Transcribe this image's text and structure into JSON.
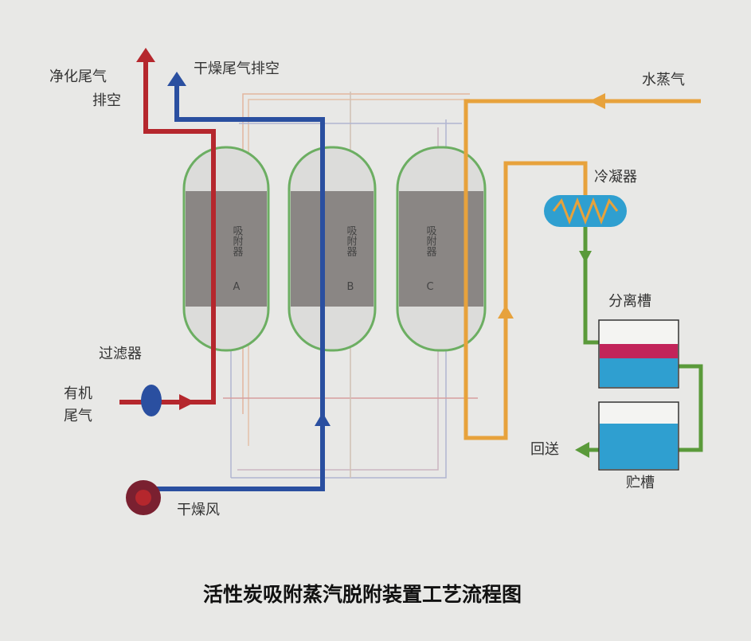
{
  "title": "活性炭吸附蒸汽脱附装置工艺流程图",
  "labels": {
    "clean_exhaust_1": "净化尾气",
    "clean_exhaust_2": "排空",
    "dry_exhaust": "干燥尾气排空",
    "steam": "水蒸气",
    "condenser": "冷凝器",
    "separator": "分离槽",
    "storage": "贮槽",
    "return": "回送",
    "filter": "过滤器",
    "organic_1": "有机",
    "organic_2": "尾气",
    "dry_air": "干燥风"
  },
  "adsorbers": [
    {
      "name": "吸附器",
      "id": "A"
    },
    {
      "name": "吸附器",
      "id": "B"
    },
    {
      "name": "吸附器",
      "id": "C"
    }
  ],
  "colors": {
    "red": "#b5272d",
    "blue": "#2a4fa0",
    "orange": "#e7a23c",
    "green": "#5a9a3a",
    "vessel": "#6cae62",
    "bed": "#8a8684",
    "tank_blue": "#2f9fd0",
    "tank_red": "#c2245a"
  }
}
